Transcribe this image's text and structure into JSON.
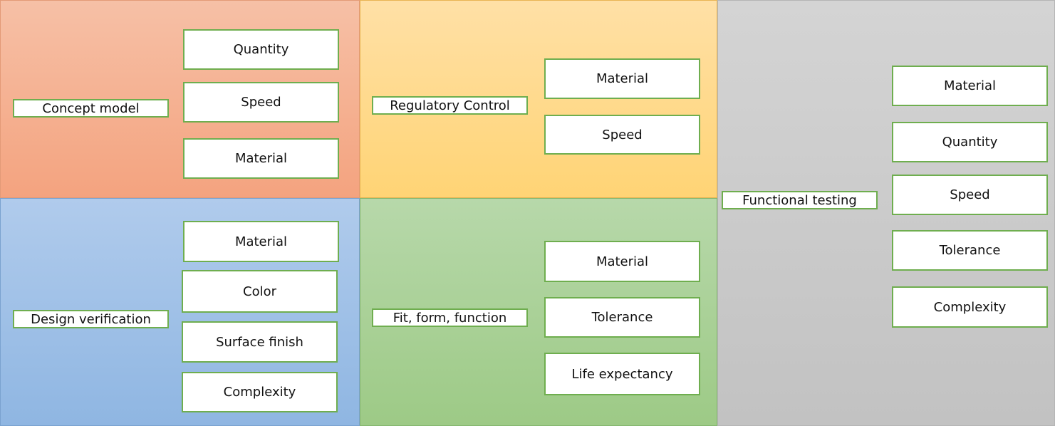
{
  "colors": {
    "box_border": "#6fae4f",
    "concept_fill": "#f4a37f",
    "regulatory_fill": "#ffd475",
    "design_fill": "#8fb6e2",
    "fit_fill": "#9dca86",
    "functional_fill": "#c2c2c2"
  },
  "concept": {
    "label": "Concept model",
    "items": [
      "Quantity",
      "Speed",
      "Material"
    ]
  },
  "regulatory": {
    "label": "Regulatory Control",
    "items": [
      "Material",
      "Speed"
    ]
  },
  "design": {
    "label": "Design verification",
    "items": [
      "Material",
      "Color",
      "Surface finish",
      "Complexity"
    ]
  },
  "fit": {
    "label": "Fit, form, function",
    "items": [
      "Material",
      "Tolerance",
      "Life expectancy"
    ]
  },
  "functional": {
    "label": "Functional testing",
    "items": [
      "Material",
      "Quantity",
      "Speed",
      "Tolerance",
      "Complexity"
    ]
  }
}
